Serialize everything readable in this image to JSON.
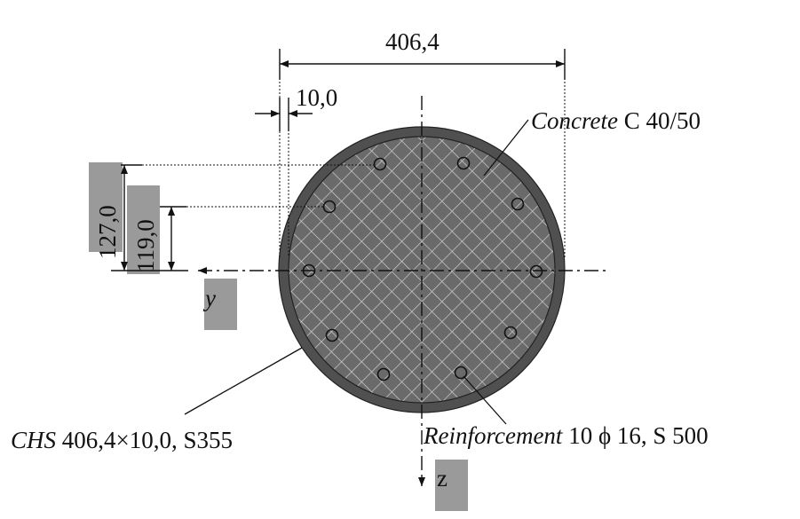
{
  "labels": {
    "total_width": "406,4",
    "wall_thickness": "10,0",
    "dim_outer_bars": "127,0",
    "dim_inner_bars": "119,0",
    "axis_y": "y",
    "axis_z": "z",
    "concrete_italic": "Concrete",
    "concrete_grade": " C 40/50",
    "chs_italic": "CHS",
    "chs_spec": " 406,4×10,0, S355",
    "reinf_italic": "Reinforcement",
    "reinf_spec": " 10 ϕ 16, S 500"
  },
  "colors": {
    "steel_tube": "#505050",
    "concrete_fill": "#6a6a6a",
    "hatch": "#c9c9c9",
    "label_boxes": "#9a9a9a",
    "lines": "#111111"
  }
}
